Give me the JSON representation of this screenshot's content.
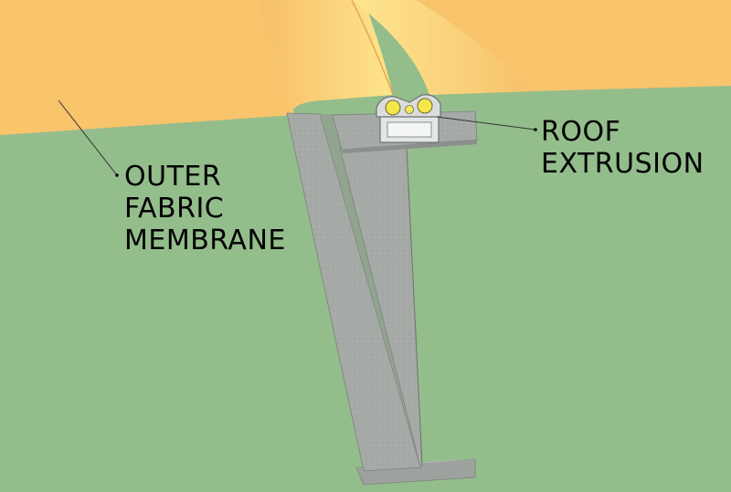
{
  "labels": {
    "outer_fabric_membrane": [
      "OUTER",
      "FABRIC",
      "MEMBRANE"
    ],
    "roof_extrusion": [
      "ROOF",
      "EXTRUSION"
    ]
  },
  "colors": {
    "background_green": "#94bd8c",
    "membrane_yellow": "#f8c46c",
    "membrane_highlight": "#fde58a",
    "steel_gray": "#a6aaa7",
    "steel_dark": "#8e928f",
    "extrusion_light": "#e8ecec",
    "roller_yellow": "#f5e64a"
  }
}
